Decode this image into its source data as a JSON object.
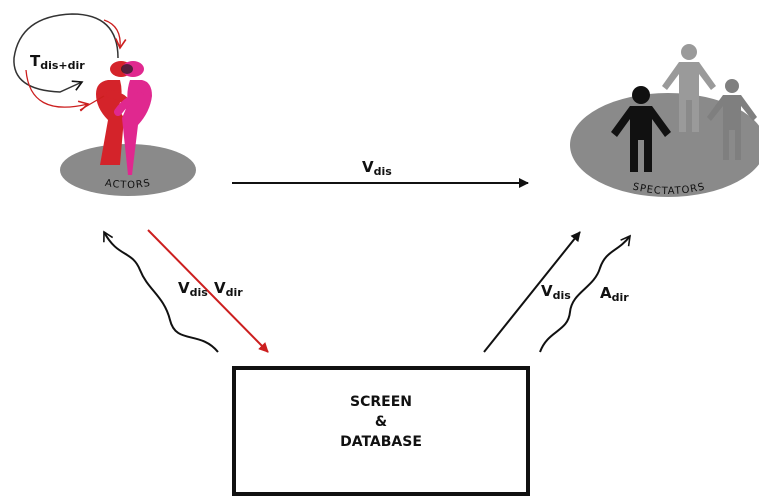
{
  "nodes": {
    "actors": {
      "label": "ACTORS"
    },
    "spectators": {
      "label": "SPECTATORS"
    },
    "screen": {
      "line1": "SCREEN",
      "line2": "&",
      "line3": "DATABASE"
    }
  },
  "labels": {
    "t_dis_dir": {
      "base": "T",
      "sub": "dis+dir"
    },
    "v_dis_top": {
      "base": "V",
      "sub": "dis"
    },
    "v_dis_left": {
      "base": "V",
      "sub": "dis"
    },
    "v_dir_left": {
      "base": "V",
      "sub": "dir"
    },
    "v_dis_right": {
      "base": "V",
      "sub": "dis"
    },
    "a_dir_right": {
      "base": "A",
      "sub": "dir"
    }
  },
  "colors": {
    "red_arrow": "#cc1f1f",
    "black": "#111111",
    "platform": "#8a8a8a",
    "actor_red": "#d4232a",
    "actor_pink": "#e0288f",
    "spectator_front": "#111111",
    "spectator_back": "#9a9a9a"
  }
}
